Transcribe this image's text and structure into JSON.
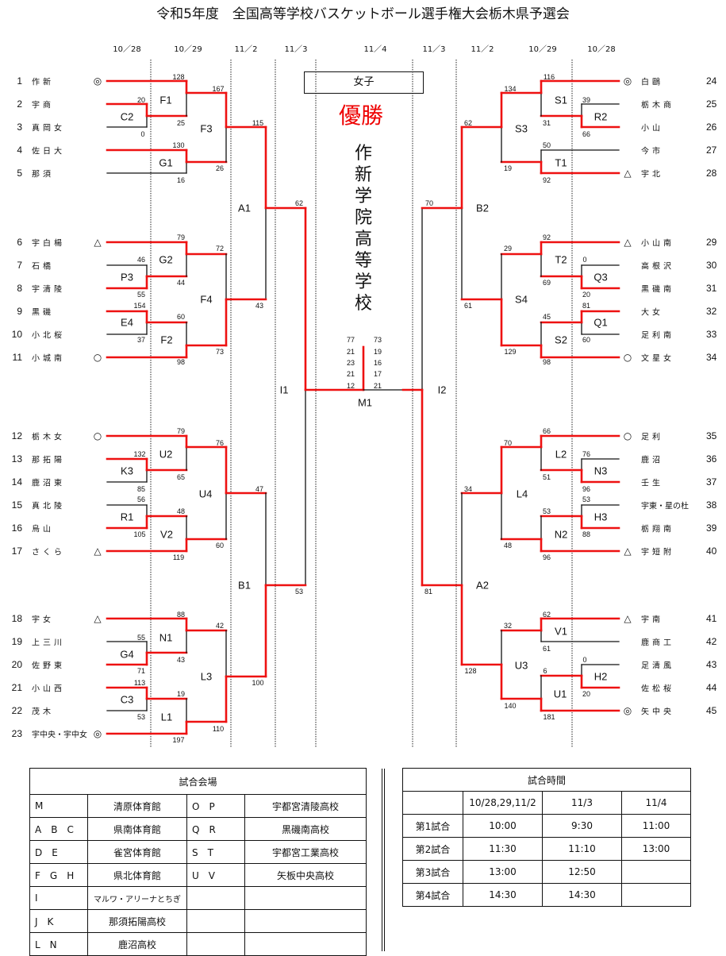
{
  "title": "令和5年度　全国高等学校バスケットボール選手権大会栃木県予選会",
  "dates_left": [
    "10／28",
    "10／29",
    "11／2",
    "11／3"
  ],
  "date_center": "11／4",
  "dates_right": [
    "11／3",
    "11／2",
    "10／29",
    "10／28"
  ],
  "division": "女子",
  "champion_label": "優勝",
  "champion": "作新学院高等学校",
  "colors": {
    "winner_line": "#ee1111",
    "loser_line": "#111111"
  },
  "teams_left": [
    {
      "no": "1",
      "name": "作新",
      "mark": "◎"
    },
    {
      "no": "2",
      "name": "宇商",
      "mark": ""
    },
    {
      "no": "3",
      "name": "真岡女",
      "mark": ""
    },
    {
      "no": "4",
      "name": "佐日大",
      "mark": ""
    },
    {
      "no": "5",
      "name": "那須",
      "mark": ""
    },
    {
      "no": "6",
      "name": "宇白楊",
      "mark": "△"
    },
    {
      "no": "7",
      "name": "石橋",
      "mark": ""
    },
    {
      "no": "8",
      "name": "宇清陵",
      "mark": ""
    },
    {
      "no": "9",
      "name": "黒磯",
      "mark": ""
    },
    {
      "no": "10",
      "name": "小北桜",
      "mark": ""
    },
    {
      "no": "11",
      "name": "小城南",
      "mark": "○"
    },
    {
      "no": "12",
      "name": "栃木女",
      "mark": "○"
    },
    {
      "no": "13",
      "name": "那拓陽",
      "mark": ""
    },
    {
      "no": "14",
      "name": "鹿沼東",
      "mark": ""
    },
    {
      "no": "15",
      "name": "真北陵",
      "mark": ""
    },
    {
      "no": "16",
      "name": "烏山",
      "mark": ""
    },
    {
      "no": "17",
      "name": "さくら",
      "mark": "△"
    },
    {
      "no": "18",
      "name": "宇女",
      "mark": "△"
    },
    {
      "no": "19",
      "name": "上三川",
      "mark": ""
    },
    {
      "no": "20",
      "name": "佐野東",
      "mark": ""
    },
    {
      "no": "21",
      "name": "小山西",
      "mark": ""
    },
    {
      "no": "22",
      "name": "茂木",
      "mark": ""
    },
    {
      "no": "23",
      "name": "宇中央・宇中女",
      "mark": "◎"
    }
  ],
  "teams_right": [
    {
      "no": "24",
      "name": "白鷗",
      "mark": "◎"
    },
    {
      "no": "25",
      "name": "栃木商",
      "mark": ""
    },
    {
      "no": "26",
      "name": "小山",
      "mark": ""
    },
    {
      "no": "27",
      "name": "今市",
      "mark": ""
    },
    {
      "no": "28",
      "name": "宇北",
      "mark": "△"
    },
    {
      "no": "29",
      "name": "小山南",
      "mark": "△"
    },
    {
      "no": "30",
      "name": "高根沢",
      "mark": ""
    },
    {
      "no": "31",
      "name": "黒磯南",
      "mark": ""
    },
    {
      "no": "32",
      "name": "大女",
      "mark": ""
    },
    {
      "no": "33",
      "name": "足利南",
      "mark": ""
    },
    {
      "no": "34",
      "name": "文星女",
      "mark": "○"
    },
    {
      "no": "35",
      "name": "足利",
      "mark": "○"
    },
    {
      "no": "36",
      "name": "鹿沼",
      "mark": ""
    },
    {
      "no": "37",
      "name": "壬生",
      "mark": ""
    },
    {
      "no": "38",
      "name": "宇東・星の杜",
      "mark": ""
    },
    {
      "no": "39",
      "name": "栃翔南",
      "mark": ""
    },
    {
      "no": "40",
      "name": "宇短附",
      "mark": "△"
    },
    {
      "no": "41",
      "name": "宇南",
      "mark": "△"
    },
    {
      "no": "42",
      "name": "鹿商工",
      "mark": ""
    },
    {
      "no": "43",
      "name": "足清風",
      "mark": ""
    },
    {
      "no": "44",
      "name": "佐松桜",
      "mark": ""
    },
    {
      "no": "45",
      "name": "矢中央",
      "mark": "◎"
    }
  ],
  "scores_left": [
    "128",
    "20",
    "0",
    "25",
    "167",
    "130",
    "16",
    "26",
    "115",
    "62",
    "79",
    "72",
    "46",
    "44",
    "55",
    "154",
    "43",
    "60",
    "37",
    "73",
    "98",
    "79",
    "76",
    "132",
    "65",
    "85",
    "47",
    "56",
    "48",
    "105",
    "60",
    "119",
    "53",
    "88",
    "42",
    "55",
    "43",
    "71",
    "113",
    "100",
    "19",
    "53",
    "110",
    "197"
  ],
  "scores_right": [
    "116",
    "134",
    "39",
    "31",
    "62",
    "66",
    "50",
    "19",
    "92",
    "70",
    "92",
    "29",
    "0",
    "69",
    "20",
    "61",
    "81",
    "45",
    "60",
    "129",
    "98",
    "66",
    "70",
    "76",
    "51",
    "34",
    "96",
    "53",
    "53",
    "88",
    "48",
    "96",
    "81",
    "62",
    "32",
    "61",
    "0",
    "6",
    "128",
    "20",
    "140",
    "181"
  ],
  "final_scores_left": [
    "77",
    "21",
    "23",
    "21",
    "12"
  ],
  "final_scores_right": [
    "73",
    "19",
    "16",
    "17",
    "21"
  ],
  "matches_left": [
    "F1",
    "C2",
    "F3",
    "G1",
    "A1",
    "G2",
    "P3",
    "F4",
    "E4",
    "F2",
    "U2",
    "K3",
    "U4",
    "R1",
    "V2",
    "B1",
    "N1",
    "G4",
    "L3",
    "C3",
    "L1",
    "I1"
  ],
  "matches_right": [
    "S1",
    "R2",
    "S3",
    "T1",
    "B2",
    "T2",
    "Q3",
    "S4",
    "Q1",
    "S2",
    "L2",
    "N3",
    "L4",
    "H3",
    "N2",
    "A2",
    "V1",
    "U3",
    "H2",
    "U1",
    "I2"
  ],
  "final_match": "M1",
  "venue_table": {
    "title": "試合会場",
    "rows": [
      [
        "M",
        "清原体育館",
        "O　P",
        "宇都宮清陵高校"
      ],
      [
        "A　B　C",
        "県南体育館",
        "Q　R",
        "黒磯南高校"
      ],
      [
        "D　E",
        "雀宮体育館",
        "S　T",
        "宇都宮工業高校"
      ],
      [
        "F　G　H",
        "県北体育館",
        "U　V",
        "矢板中央高校"
      ],
      [
        "I",
        "マルワ・アリーナとちぎ",
        "",
        ""
      ],
      [
        "J　K",
        "那須拓陽高校",
        "",
        ""
      ],
      [
        "L　N",
        "鹿沼高校",
        "",
        ""
      ]
    ]
  },
  "time_table": {
    "title": "試合時間",
    "headers": [
      "",
      "10/28,29,11/2",
      "11/3",
      "11/4"
    ],
    "rows": [
      [
        "第1試合",
        "10:00",
        "9:30",
        "11:00"
      ],
      [
        "第2試合",
        "11:30",
        "11:10",
        "13:00"
      ],
      [
        "第3試合",
        "13:00",
        "12:50",
        ""
      ],
      [
        "第4試合",
        "14:30",
        "14:30",
        ""
      ]
    ]
  }
}
